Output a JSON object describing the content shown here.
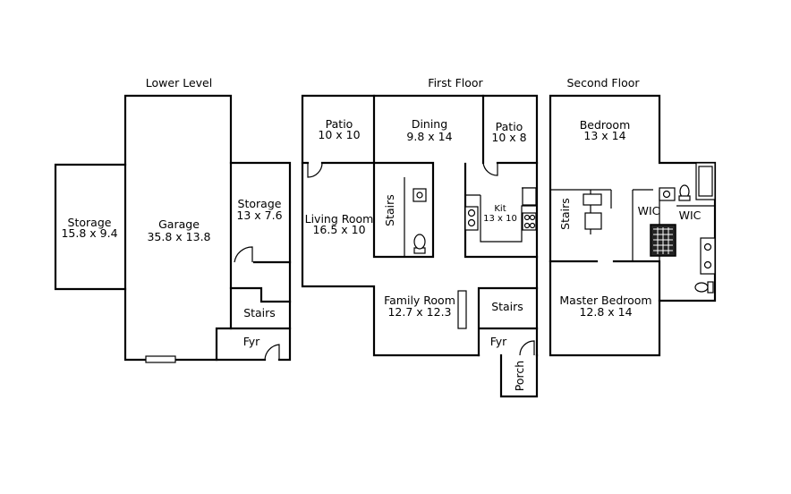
{
  "levels": {
    "lower": "Lower Level",
    "first": "First Floor",
    "second": "Second Floor"
  },
  "rooms": {
    "ll_storage_w": {
      "name": "Storage",
      "dim": "15.8 x 9.4"
    },
    "ll_garage": {
      "name": "Garage",
      "dim": "35.8 x 13.8"
    },
    "ll_storage_e": {
      "name": "Storage",
      "dim": "13 x 7.6"
    },
    "ll_stairs": {
      "name": "Stairs"
    },
    "ll_fyr": {
      "name": "Fyr"
    },
    "ff_patio_w": {
      "name": "Patio",
      "dim": "10 x 10"
    },
    "ff_dining": {
      "name": "Dining",
      "dim": "9.8 x 14"
    },
    "ff_patio_e": {
      "name": "Patio",
      "dim": "10 x 8"
    },
    "ff_living": {
      "name": "Living Room",
      "dim": "16.5 x 10"
    },
    "ff_stairs_v": {
      "name": "Stairs"
    },
    "ff_kit": {
      "name": "Kit",
      "dim": "13 x 10"
    },
    "ff_family": {
      "name": "Family Room",
      "dim": "12.7 x 12.3"
    },
    "ff_stairs": {
      "name": "Stairs"
    },
    "ff_fyr": {
      "name": "Fyr"
    },
    "ff_porch": {
      "name": "Porch"
    },
    "sf_bedroom": {
      "name": "Bedroom",
      "dim": "13 x 14"
    },
    "sf_stairs": {
      "name": "Stairs"
    },
    "sf_wic1": {
      "name": "WIC"
    },
    "sf_wic2": {
      "name": "WIC"
    },
    "sf_master": {
      "name": "Master Bedroom",
      "dim": "12.8 x 14"
    }
  }
}
